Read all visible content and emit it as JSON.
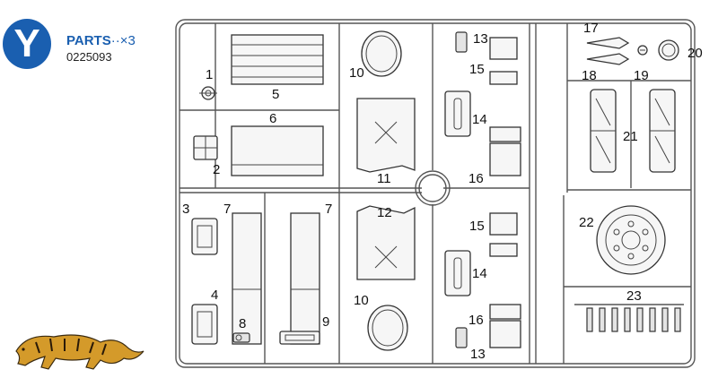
{
  "header": {
    "letter": "Y",
    "parts_label": "PARTS",
    "multiplier": "··×3",
    "part_number": "0225093"
  },
  "colors": {
    "badge": "#1a5fb0",
    "frame": "#555555",
    "label": "#111111"
  },
  "parts": [
    {
      "id": "1",
      "label": "1"
    },
    {
      "id": "2",
      "label": "2"
    },
    {
      "id": "3",
      "label": "3"
    },
    {
      "id": "4",
      "label": "4"
    },
    {
      "id": "5",
      "label": "5"
    },
    {
      "id": "6",
      "label": "6"
    },
    {
      "id": "7a",
      "label": "7"
    },
    {
      "id": "7b",
      "label": "7"
    },
    {
      "id": "8",
      "label": "8"
    },
    {
      "id": "9",
      "label": "9"
    },
    {
      "id": "10a",
      "label": "10"
    },
    {
      "id": "10b",
      "label": "10"
    },
    {
      "id": "11",
      "label": "11"
    },
    {
      "id": "12",
      "label": "12"
    },
    {
      "id": "13a",
      "label": "13"
    },
    {
      "id": "13b",
      "label": "13"
    },
    {
      "id": "14a",
      "label": "14"
    },
    {
      "id": "14b",
      "label": "14"
    },
    {
      "id": "15a",
      "label": "15"
    },
    {
      "id": "15b",
      "label": "15"
    },
    {
      "id": "16a",
      "label": "16"
    },
    {
      "id": "16b",
      "label": "16"
    },
    {
      "id": "17",
      "label": "17"
    },
    {
      "id": "18",
      "label": "18"
    },
    {
      "id": "19",
      "label": "19"
    },
    {
      "id": "20",
      "label": "20"
    },
    {
      "id": "21",
      "label": "21"
    },
    {
      "id": "22",
      "label": "22"
    },
    {
      "id": "23",
      "label": "23"
    }
  ],
  "logo": {
    "icon": "tiger-logo-icon"
  }
}
